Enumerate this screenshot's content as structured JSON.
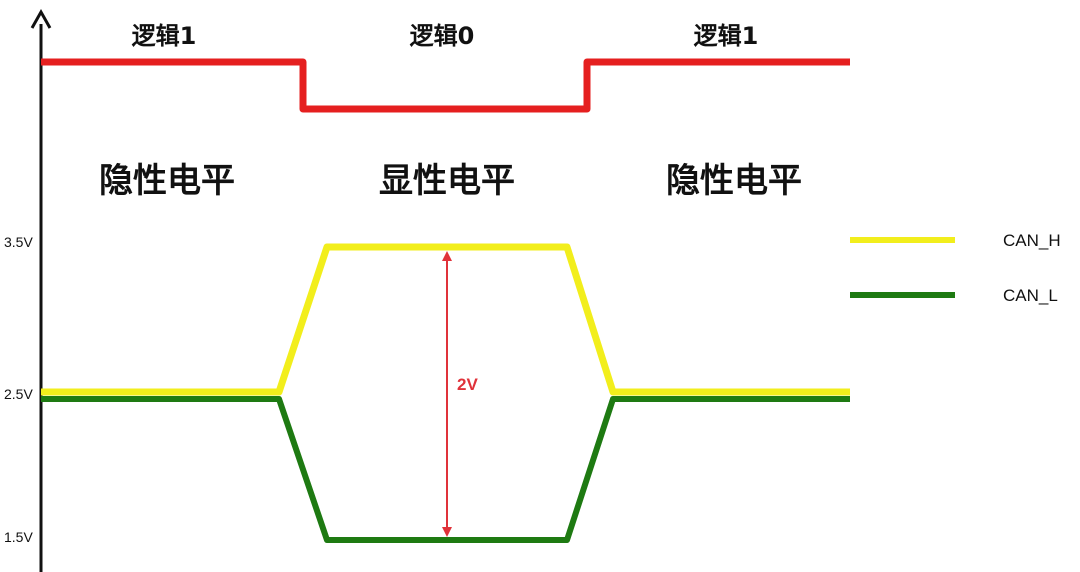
{
  "logic_labels": [
    "逻辑1",
    "逻辑0",
    "逻辑1"
  ],
  "level_labels": [
    "隐性电平",
    "显性电平",
    "隐性电平"
  ],
  "y_ticks": [
    "3.5V",
    "2.5V",
    "1.5V"
  ],
  "legend": [
    {
      "label": "CAN_H",
      "color": "#f2ee1c"
    },
    {
      "label": "CAN_L",
      "color": "#1e7a12"
    }
  ],
  "difference_label": "2V",
  "colors": {
    "logic_line": "#e51f1f",
    "axis": "#111111",
    "difference_arrow": "#e0323a"
  }
}
